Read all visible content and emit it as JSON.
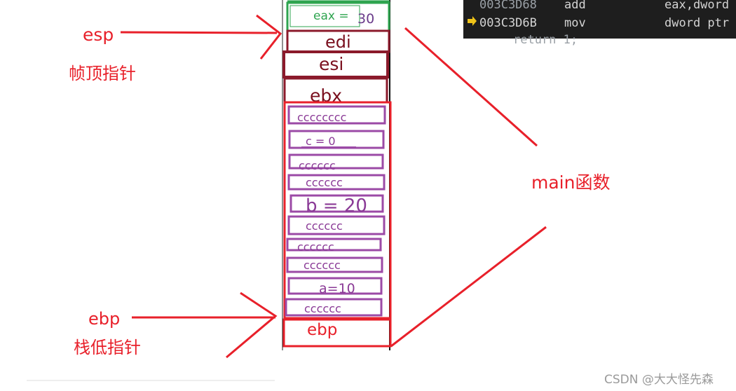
{
  "code_panel": {
    "lines": [
      {
        "address": "003C3D68",
        "op": "add",
        "args": "eax,dword"
      },
      {
        "address": "003C3D6B",
        "op": "mov",
        "args": "dword ptr"
      },
      {
        "address": "",
        "op": "return 1;",
        "args": ""
      }
    ],
    "colors": {
      "background": "#1e1e1e",
      "text": "#d4d4d4",
      "arrow": "#f0c419"
    }
  },
  "labels": {
    "esp": "esp",
    "esp_desc": "帧顶指针",
    "ebp": "ebp",
    "ebp_desc": "栈低指针",
    "main_func": "main函数"
  },
  "stack": {
    "eax_label": "eax = ",
    "eax_value": "30",
    "saved_regs": [
      "edi",
      "esi",
      "ebx"
    ],
    "frame_cells": [
      "cccccccc",
      "c = 0",
      "cccccc",
      "cccccc",
      "b = 20",
      "cccccc",
      "cccccc",
      "cccccc",
      "a=10",
      "cccccc"
    ],
    "bottom": "ebp"
  },
  "watermark": "CSDN @大大怪先森",
  "colors": {
    "red": "#e8202a",
    "maroon": "#8b1a2b",
    "purple": "#9b4aa6",
    "green": "#2ea44f"
  }
}
